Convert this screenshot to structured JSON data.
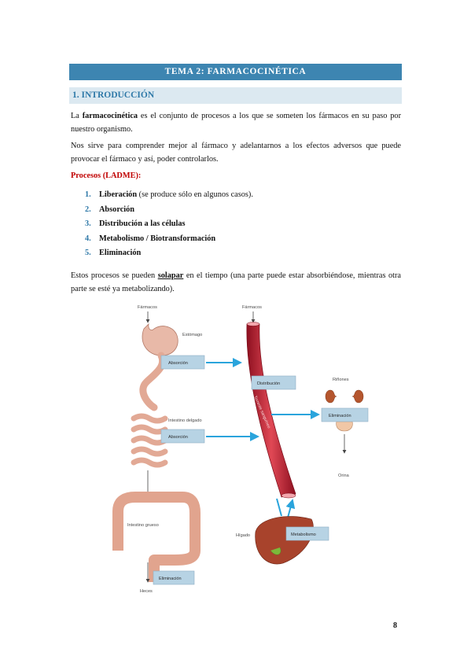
{
  "header": {
    "title": "TEMA 2: FARMACOCINÉTICA"
  },
  "section": {
    "title": "1. INTRODUCCIÓN"
  },
  "intro": {
    "term": "farmacocinética",
    "prefix": "La ",
    "rest": " es el conjunto de procesos a los que se someten los fármacos en su paso por nuestro organismo."
  },
  "purpose": "Nos sirve para comprender mejor al fármaco y adelantarnos a los efectos adversos que puede provocar el fármaco y así, poder controlarlos.",
  "processes": {
    "heading": "Procesos (LADME):",
    "items": [
      {
        "number": "1.",
        "label": "Liberación",
        "note": " (se produce sólo en algunos casos)."
      },
      {
        "number": "2.",
        "label": "Absorción",
        "note": ""
      },
      {
        "number": "3.",
        "label": "Distribución a las células",
        "note": ""
      },
      {
        "number": "4.",
        "label": "Metabolismo / Biotransformación",
        "note": ""
      },
      {
        "number": "5.",
        "label": "Eliminación",
        "note": ""
      }
    ]
  },
  "overlap": {
    "before": "Estos procesos se pueden ",
    "keyword": "solapar",
    "after": " en el tiempo (una parte puede estar absorbiéndose, mientras otra parte se esté ya metabolizando)."
  },
  "diagram": {
    "farmacos_left": "Fármacos",
    "farmacos_right": "Fármacos",
    "estomago": "Estómago",
    "absorcion_1": "Absorción",
    "intestino_delgado": "Intestino delgado",
    "absorcion_2": "Absorción",
    "intestino_grueso": "Intestino grueso",
    "eliminacion_1": "Eliminación",
    "heces": "Heces",
    "distribucion": "Distribución",
    "torrente": "Torrente sanguíneo",
    "rinones": "Riñones",
    "eliminacion_2": "Eliminación",
    "orina": "Orina",
    "higado": "Hígado",
    "metabolismo": "Metabolismo"
  },
  "page_number": "8"
}
